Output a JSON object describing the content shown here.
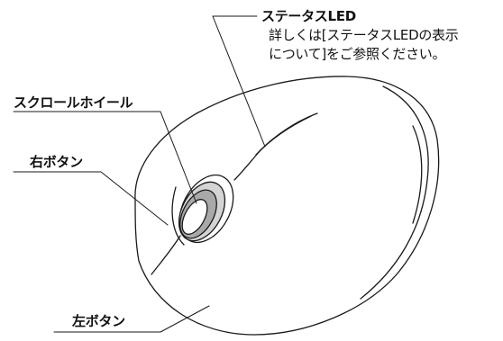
{
  "labels": {
    "status_led": "ステータスLED",
    "status_led_note_line1": "詳しくは[ステータスLEDの表示",
    "status_led_note_line2": "について]をご参照ください。",
    "scroll_wheel": "スクロールホイール",
    "right_button": "右ボタン",
    "left_button": "左ボタン"
  },
  "colors": {
    "line": "#1a1a1a",
    "wheel_shade": "#bdbdbd"
  }
}
